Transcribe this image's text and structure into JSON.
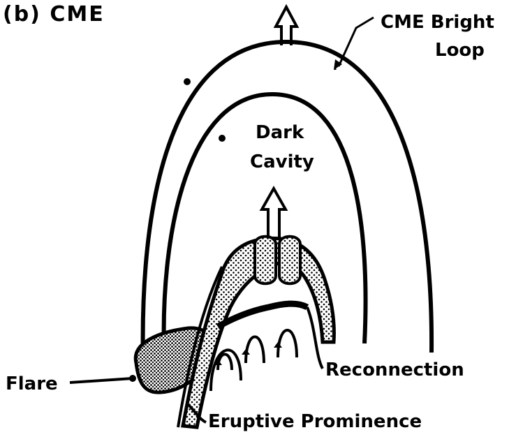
{
  "panel_title": "(b) CME",
  "labels": {
    "bright_loop_line1": "CME Bright",
    "bright_loop_line2": "Loop",
    "dark_cavity_line1": "Dark",
    "dark_cavity_line2": "Cavity",
    "flare": "Flare",
    "reconnection": "Reconnection",
    "eruptive_prominence": "Eruptive Prominence"
  },
  "colors": {
    "ink": "#000000",
    "background": "#ffffff",
    "stipple": "#000000"
  }
}
